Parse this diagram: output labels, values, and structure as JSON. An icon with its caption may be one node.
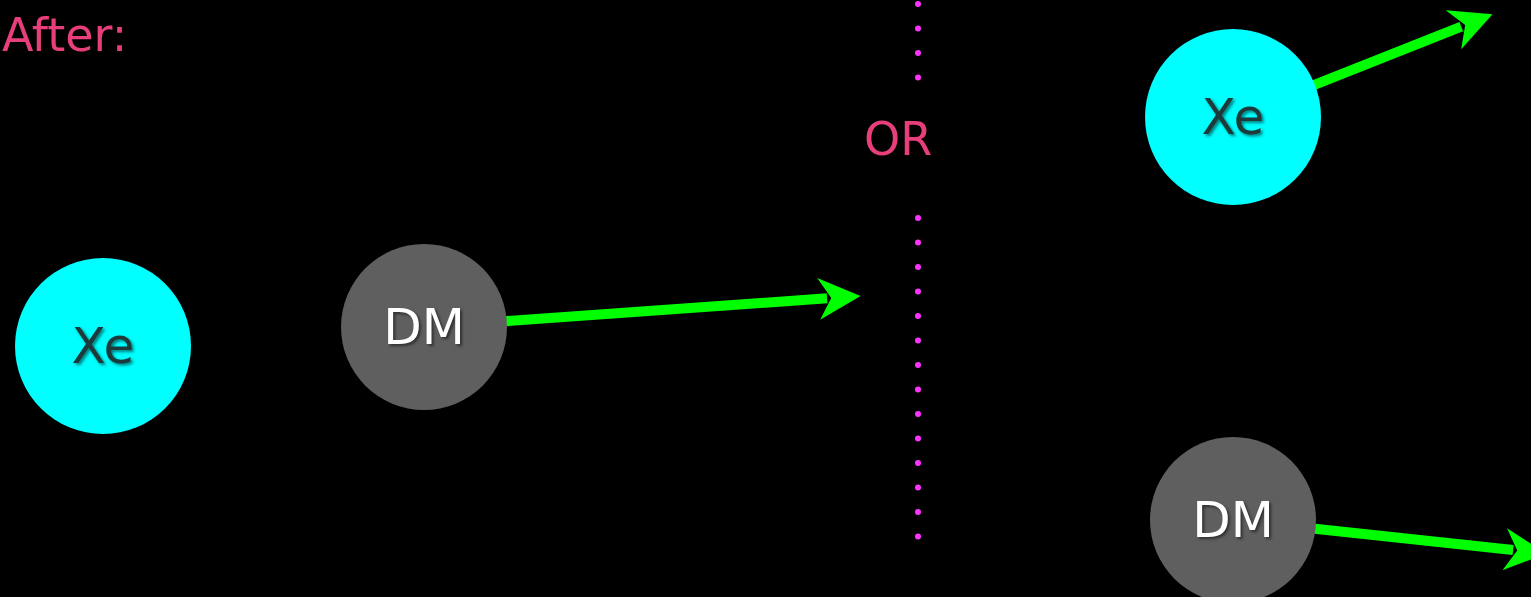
{
  "diagram": {
    "nodes": [
      {
        "text": [
          "Xe"
        ]
      },
      {
        "text": [
          "DM"
        ]
      },
      {
        "text": [
          "Xe"
        ]
      },
      {
        "text": [
          "DM"
        ]
      }
    ],
    "edges": [
      {
        "from": 1,
        "to": null,
        "arrow": "to"
      },
      {
        "from": 2,
        "to": null,
        "arrow": "to"
      },
      {
        "from": 3,
        "to": null,
        "arrow": "to"
      }
    ],
    "labels": [
      "After:",
      "OR"
    ]
  }
}
